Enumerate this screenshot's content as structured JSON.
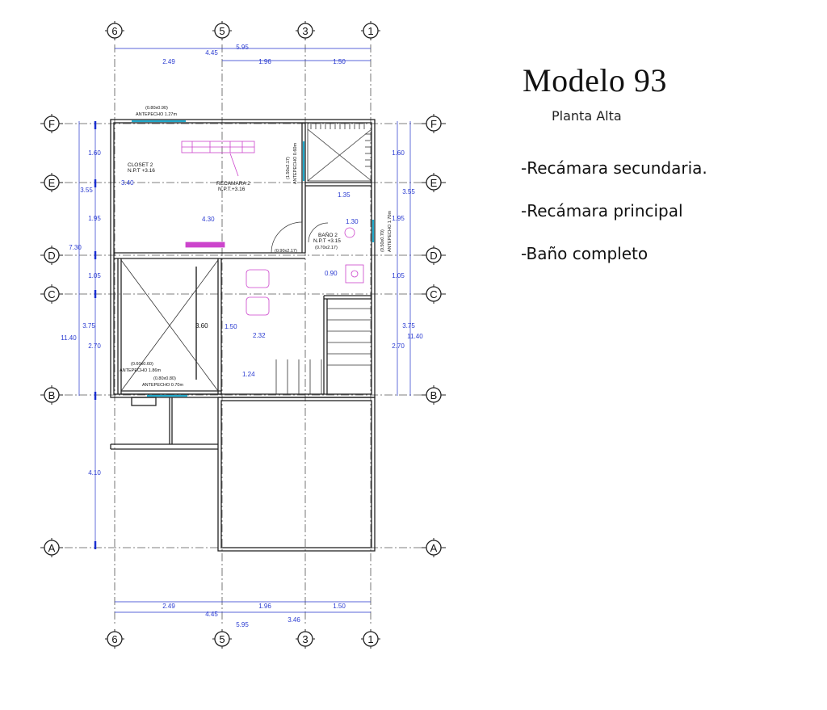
{
  "title": "Modelo 93",
  "subtitle": "Planta Alta",
  "features": [
    "-Recámara secundaria.",
    "-Recámara principal",
    "-Baño completo"
  ],
  "plan": {
    "col_axes": [
      "6",
      "5",
      "3",
      "1"
    ],
    "row_axes": [
      "F",
      "E",
      "D",
      "C",
      "B",
      "A"
    ],
    "top_dims": {
      "d249": "2.49",
      "d445": "4.45",
      "d595": "5.95",
      "d196": "1.96",
      "d150": "1.50"
    },
    "bottom_dims": {
      "d249": "2.49",
      "d445": "4.45",
      "d595": "5.95",
      "d196": "1.96",
      "d150": "1.50",
      "d346": "3.46"
    },
    "left_dims": {
      "d160": "1.60",
      "d355": "3.55",
      "d195": "1.95",
      "d730": "7.30",
      "d105": "1.05",
      "d375": "3.75",
      "d1140": "11.40",
      "d270": "2.70",
      "d410": "4.10"
    },
    "right_dims": {
      "d160": "1.60",
      "d355": "3.55",
      "d195": "1.95",
      "d105": "1.05",
      "d375": "3.75",
      "d1140": "11.40",
      "d270": "2.70"
    },
    "rooms": {
      "closet_name": "CLOSET 2",
      "closet_npt": "N.P.T +3.16",
      "recamara_name": "RECAMARA 2",
      "recamara_npt": "N.P.T.+3.16",
      "bano_name": "BAÑO 2",
      "bano_npt": "N.P.T +3.15"
    },
    "annotations": {
      "win_top": "(0.80x0.90)",
      "ant_top": "ANTEPECHO 1.27m",
      "door_v": "(1.50x2.17)",
      "ant_v": "ANTEPECHO 0.60m",
      "win_r": "(0.50x0.70)",
      "ant_r": "ANTEPECHO 1.70m",
      "door_rec": "(0.90x2.17)",
      "door_bano": "(0.70x2.17)",
      "win_b1": "(0.60x0.60)",
      "ant_b1": "ANTEPECHO 1.86m",
      "win_b2": "(0.80x0.80)",
      "ant_b2": "ANTEPECHO 0.70m"
    },
    "inner_dims": {
      "d340": "3.40",
      "d430": "4.30",
      "d135": "1.35",
      "d130": "1.30",
      "d090": "0.90",
      "d360": "3.60",
      "d150": "1.50",
      "d232": "2.32",
      "d124": "1.24"
    }
  }
}
